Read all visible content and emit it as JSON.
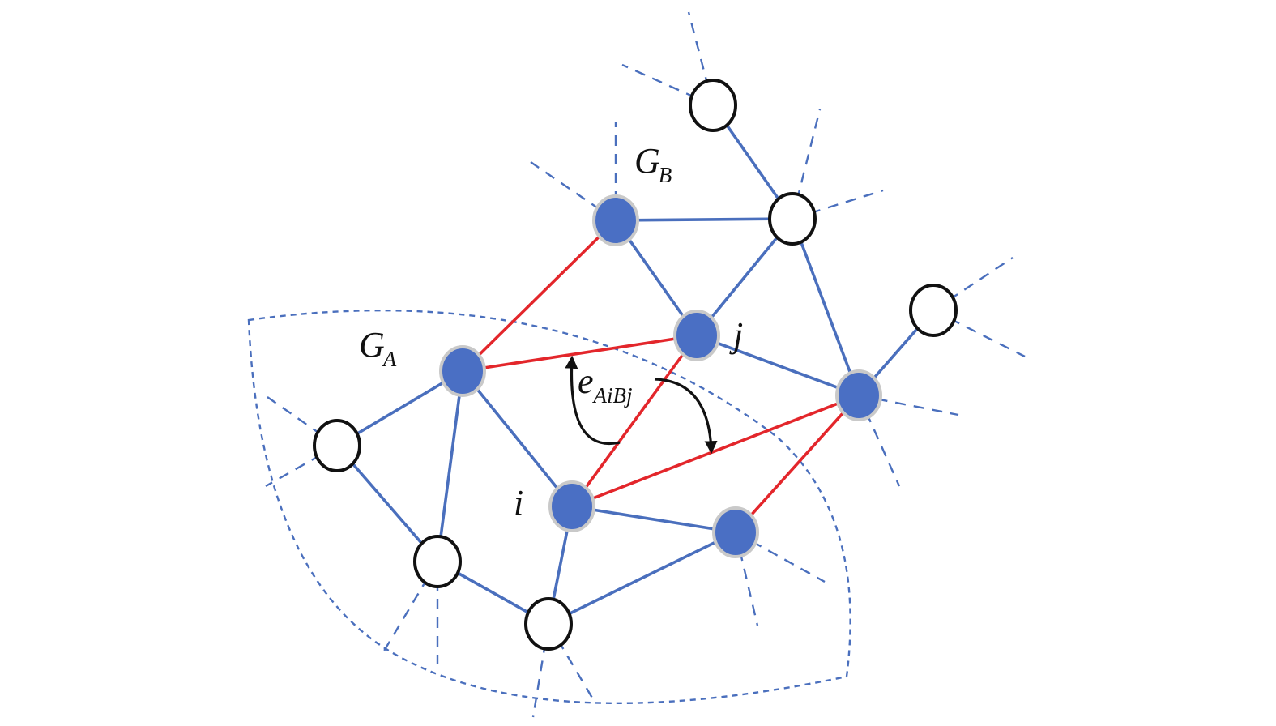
{
  "labels": {
    "graph_a": {
      "main": "G",
      "sub": "A"
    },
    "graph_b": {
      "main": "G",
      "sub": "B"
    },
    "node_i": "i",
    "node_j": "j",
    "edge": {
      "main": "e",
      "sub": "AiBj"
    }
  },
  "colors": {
    "graph_edge": "#4a6fbd",
    "matched_edge": "#e3262b",
    "filled_node": "#4a6fc4",
    "open_node_stroke": "#111111"
  }
}
